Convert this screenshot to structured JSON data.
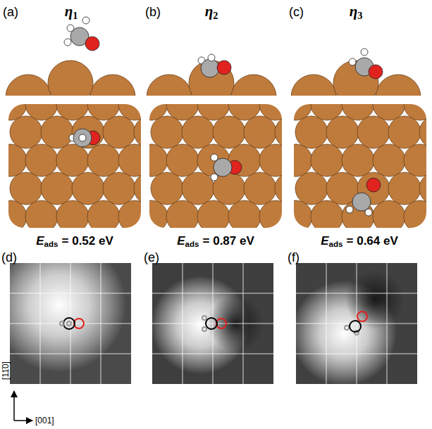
{
  "diagram": {
    "labels": [
      "(a)",
      "η",
      "1",
      "(b)",
      "η",
      "2",
      "(c)",
      "η",
      "3",
      "E",
      "ads",
      "= 0.52 eV",
      "E",
      "ads",
      "= 0.87 eV",
      "E",
      "ads",
      "= 0.64 eV",
      "(d)",
      "(e)",
      "(f)",
      "[11̄0]",
      "[001]"
    ]
  }
}
